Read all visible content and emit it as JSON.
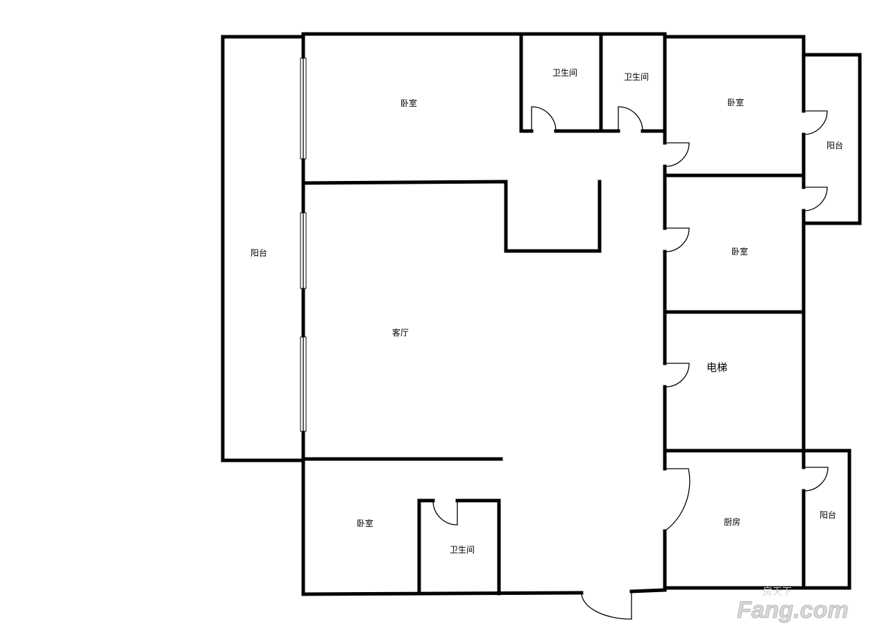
{
  "rooms": {
    "balcony_left": "阳台",
    "bedroom_top": "卧室",
    "bath_1": "卫生间",
    "bath_2": "卫生间",
    "bedroom_right_top": "卧室",
    "balcony_right_top": "阳台",
    "bedroom_right_mid": "卧室",
    "living_room": "客厅",
    "elevator": "电梯",
    "kitchen": "厨房",
    "balcony_right_bottom": "阳台",
    "bedroom_bottom": "卧室",
    "bath_3": "卫生间"
  },
  "watermark": {
    "brand": "Fang.com",
    "small": "房天下"
  },
  "colors": {
    "wall": "#000000",
    "background": "#ffffff",
    "watermark": "#cccccc"
  }
}
